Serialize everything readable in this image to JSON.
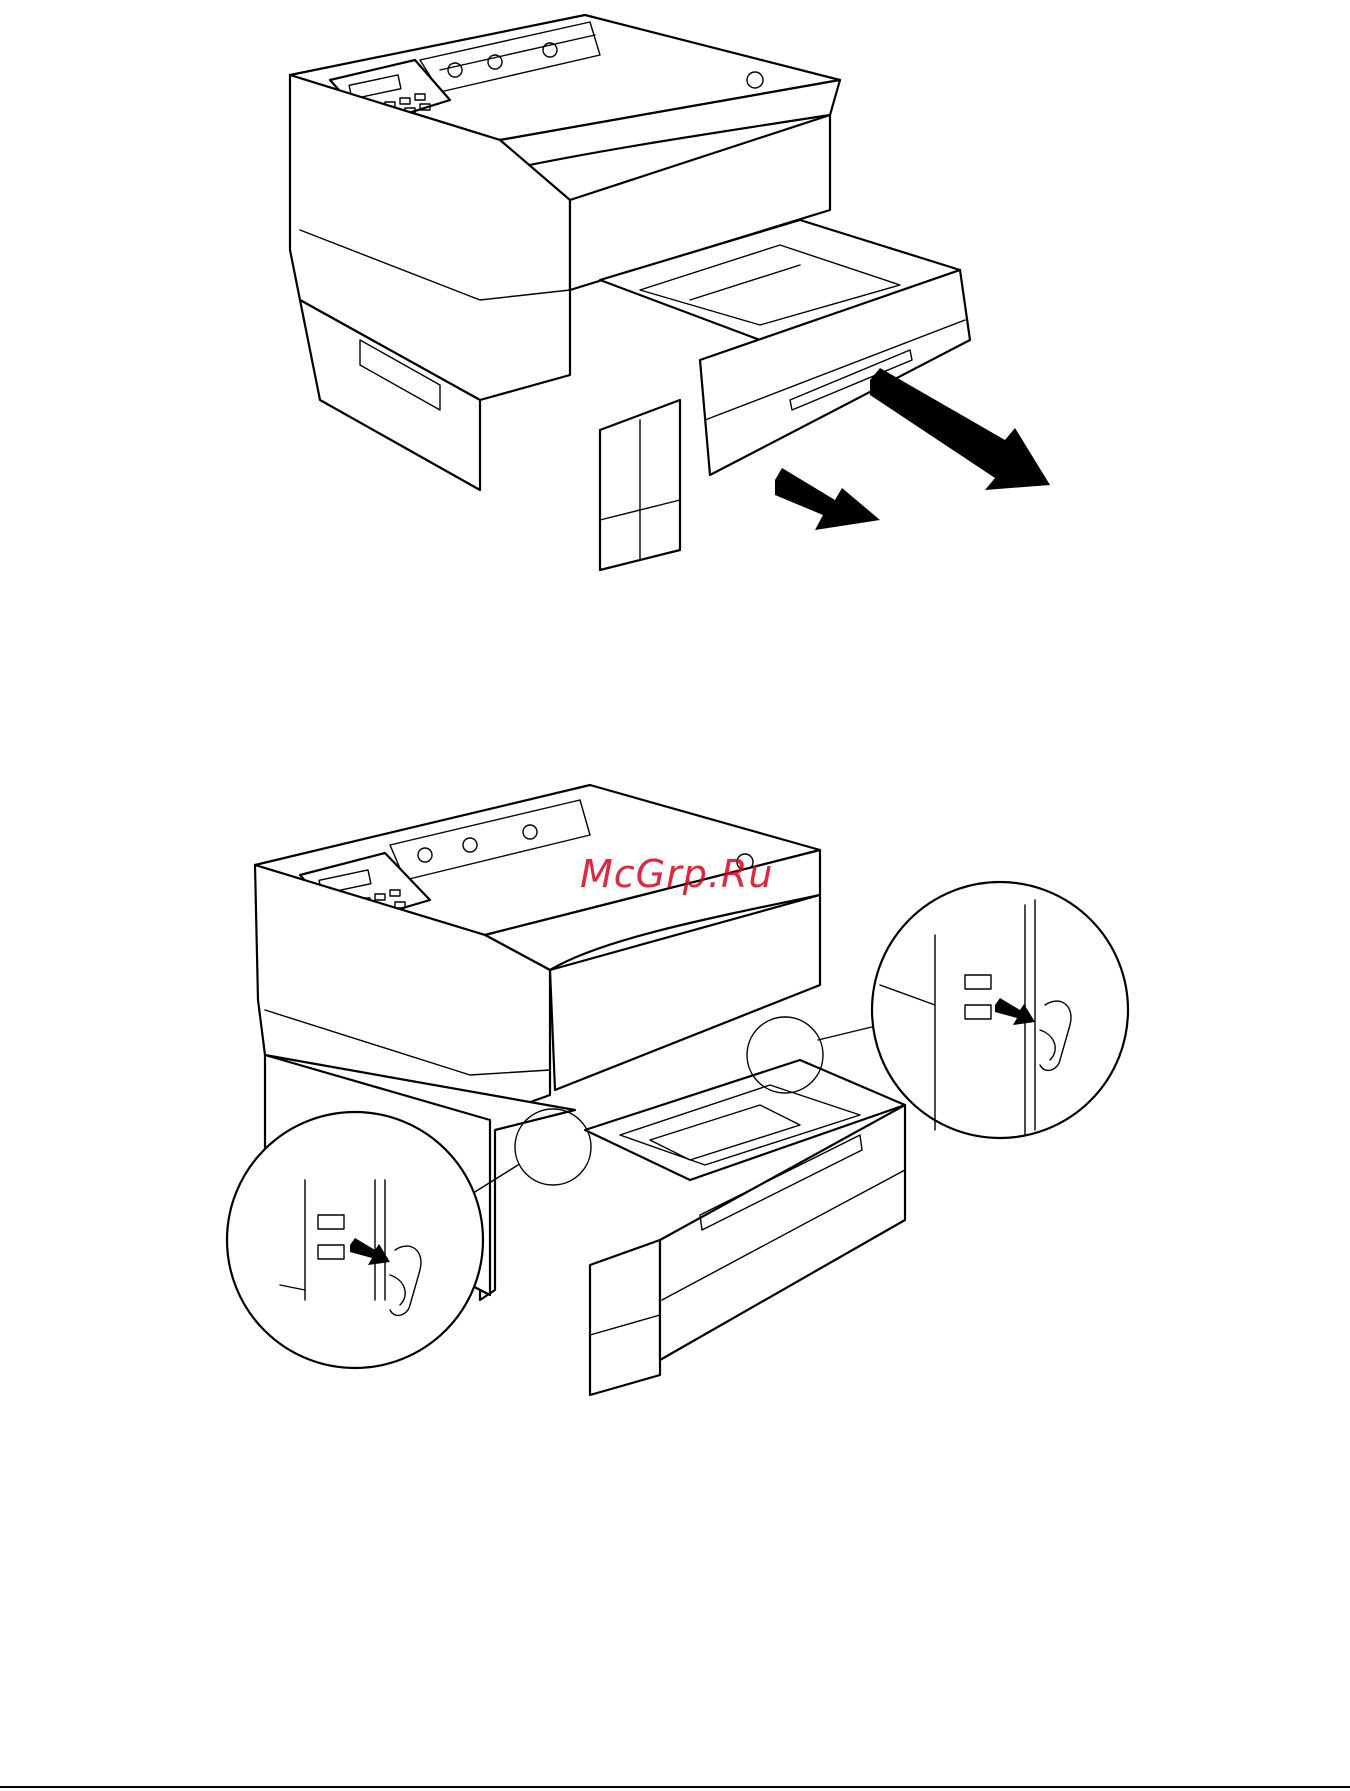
{
  "page": {
    "watermark_text": "McGrp.Ru",
    "watermark_color": "#e0001b",
    "rule_color": "#000000"
  },
  "figures": [
    {
      "name": "printer-tray-pull-out",
      "icon": "printer-drawing"
    },
    {
      "name": "printer-tray-removal-with-stoppers",
      "icon": "printer-drawing"
    }
  ]
}
